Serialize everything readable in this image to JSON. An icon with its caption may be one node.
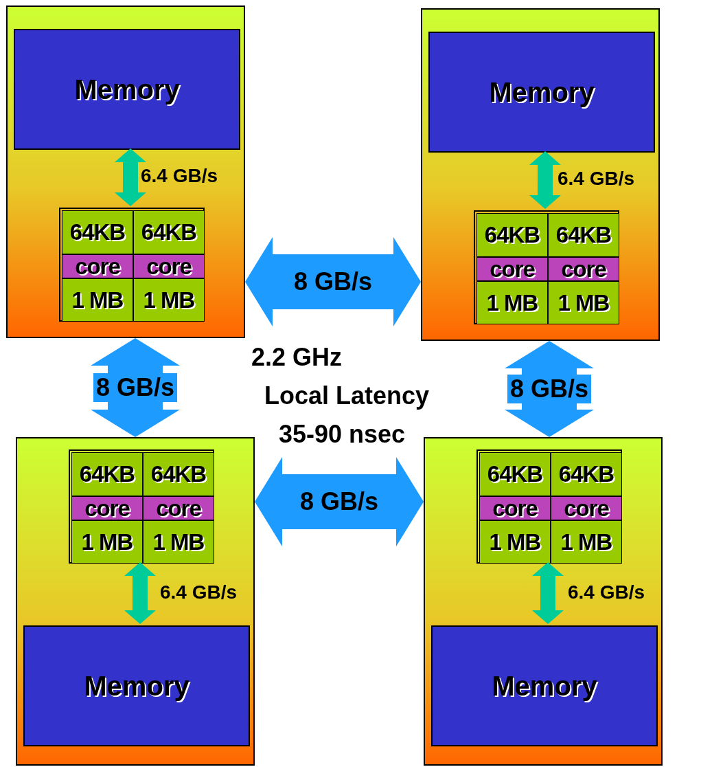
{
  "diagram": {
    "nodes": [
      {
        "text": [],
        "shape": "box"
      },
      {
        "text": [
          "Memory"
        ],
        "in": 0
      },
      {
        "text": [],
        "shape": "box",
        "in": 0
      },
      {
        "text": [
          "64KB"
        ],
        "in": 2
      },
      {
        "text": [
          "64KB"
        ],
        "in": 2
      },
      {
        "text": [
          "core"
        ],
        "in": 2
      },
      {
        "text": [
          "core"
        ],
        "in": 2
      },
      {
        "text": [
          "1 MB"
        ],
        "in": 2
      },
      {
        "text": [
          "1 MB"
        ],
        "in": 2
      },
      {
        "text": [],
        "shape": "box"
      },
      {
        "text": [
          "Memory"
        ],
        "in": 9
      },
      {
        "text": [],
        "shape": "box",
        "in": 9
      },
      {
        "text": [
          "64KB"
        ],
        "in": 11
      },
      {
        "text": [
          "64KB"
        ],
        "in": 11
      },
      {
        "text": [
          "core"
        ],
        "in": 11
      },
      {
        "text": [
          "core"
        ],
        "in": 11
      },
      {
        "text": [
          "1 MB"
        ],
        "in": 11
      },
      {
        "text": [
          "1 MB"
        ],
        "in": 11
      },
      {
        "text": [],
        "shape": "box"
      },
      {
        "text": [],
        "shape": "box",
        "in": 18
      },
      {
        "text": [
          "64KB"
        ],
        "in": 19
      },
      {
        "text": [
          "64KB"
        ],
        "in": 19
      },
      {
        "text": [
          "core"
        ],
        "in": 19
      },
      {
        "text": [
          "core"
        ],
        "in": 19
      },
      {
        "text": [
          "1 MB"
        ],
        "in": 19
      },
      {
        "text": [
          "1 MB"
        ],
        "in": 19
      },
      {
        "text": [
          "Memory"
        ],
        "in": 18
      },
      {
        "text": [],
        "shape": "box"
      },
      {
        "text": [],
        "shape": "box",
        "in": 27
      },
      {
        "text": [
          "64KB"
        ],
        "in": 28
      },
      {
        "text": [
          "64KB"
        ],
        "in": 28
      },
      {
        "text": [
          "core"
        ],
        "in": 28
      },
      {
        "text": [
          "core"
        ],
        "in": 28
      },
      {
        "text": [
          "1 MB"
        ],
        "in": 28
      },
      {
        "text": [
          "1 MB"
        ],
        "in": 28
      },
      {
        "text": [
          "Memory"
        ],
        "in": 27
      }
    ],
    "edges": [
      {
        "from": 1,
        "to": 2,
        "arrow": "both",
        "label": "6.4 GB/s",
        "color": "#00cc99"
      },
      {
        "from": 10,
        "to": 11,
        "arrow": "both",
        "label": "6.4 GB/s",
        "color": "#00cc99"
      },
      {
        "from": 0,
        "to": 9,
        "arrow": "both",
        "label": "8 GB/s",
        "style": "thick",
        "color": "#1e9bff"
      },
      {
        "from": 0,
        "to": 18,
        "arrow": "both",
        "label": "8 GB/s",
        "style": "thick",
        "color": "#1e9bff"
      },
      {
        "from": 9,
        "to": 27,
        "arrow": "both",
        "label": "8 GB/s",
        "style": "thick",
        "color": "#1e9bff"
      },
      {
        "from": 18,
        "to": 27,
        "arrow": "both",
        "label": "8 GB/s",
        "style": "thick",
        "color": "#1e9bff"
      },
      {
        "from": 19,
        "to": 26,
        "arrow": "both",
        "label": "6.4 GB/s",
        "color": "#00cc99"
      },
      {
        "from": 28,
        "to": 35,
        "arrow": "both",
        "label": "6.4 GB/s",
        "color": "#00cc99"
      }
    ],
    "labels": [
      "2.2 GHz",
      "Local Latency",
      "35-90 nsec"
    ]
  }
}
